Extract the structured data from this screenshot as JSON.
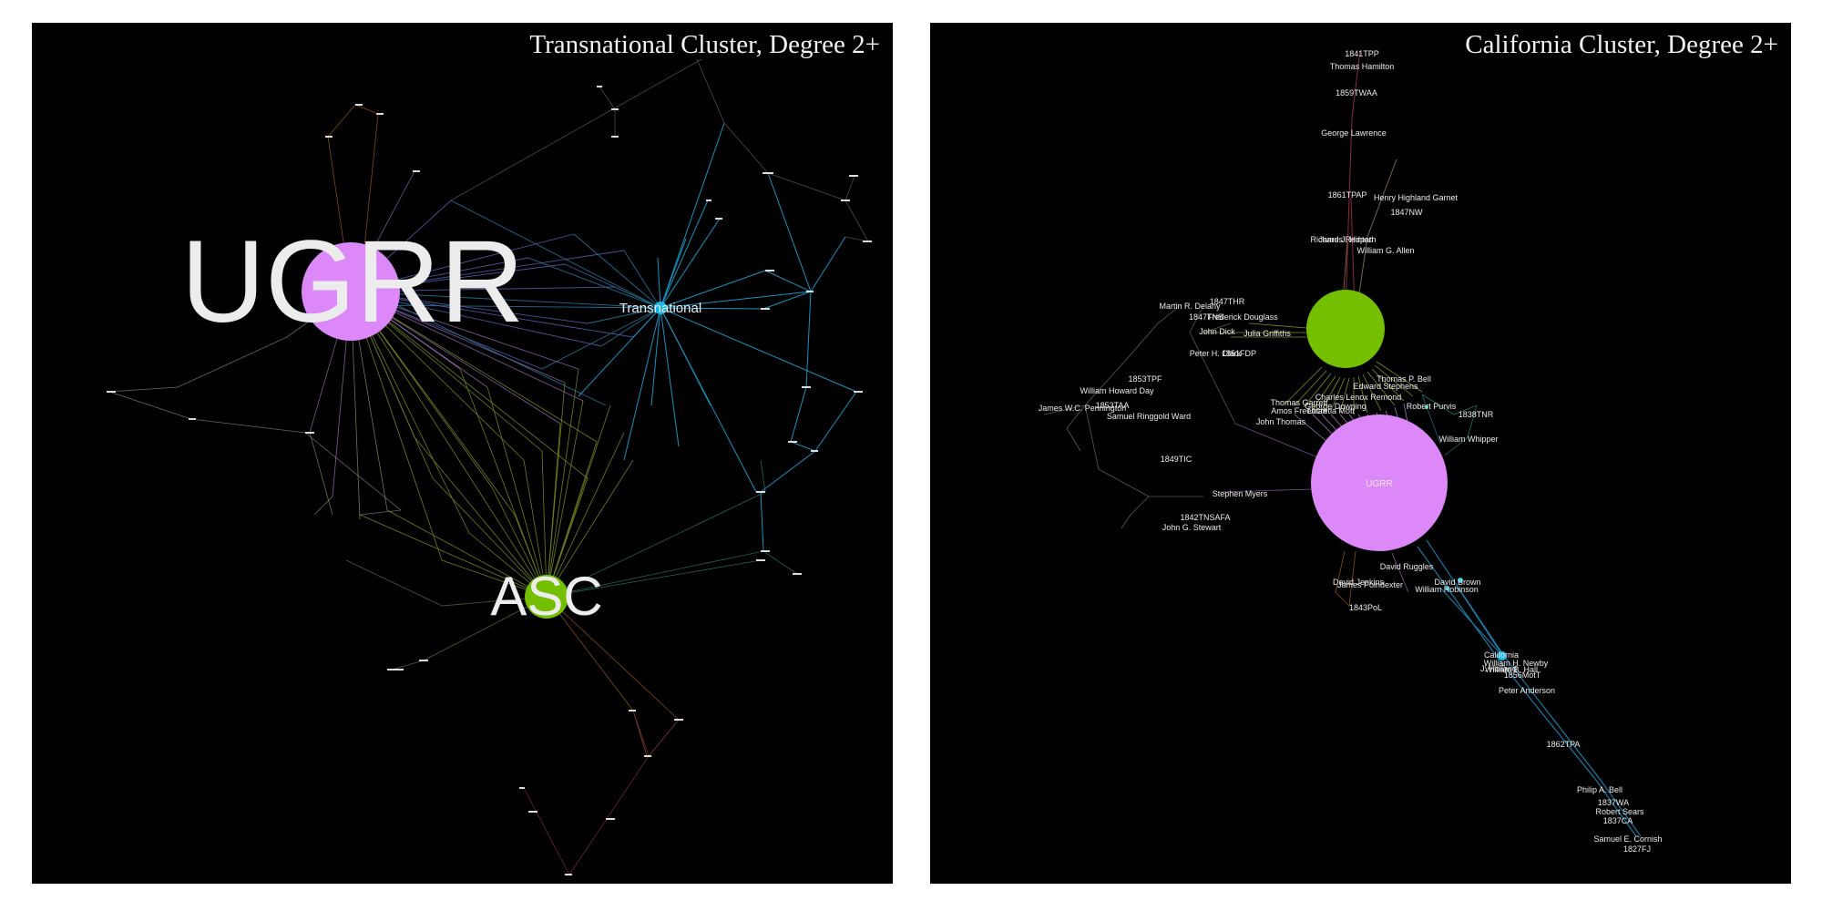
{
  "panels": [
    {
      "id": "transnational",
      "title": "Transnational Cluster, Degree 2+",
      "hubs": [
        {
          "label": "UGRR",
          "color": "#dd88f8"
        },
        {
          "label": "ASC",
          "color": "#73bf00"
        },
        {
          "label": "Transnational",
          "color": "#19b8ea"
        }
      ]
    },
    {
      "id": "california",
      "title": "California Cluster, Degree 2+",
      "hubs": [
        {
          "label": "UGRR",
          "color": "#dd88f8"
        },
        {
          "label": "",
          "color": "#73bf00"
        },
        {
          "label": "California",
          "color": "#19b8ea"
        }
      ],
      "node_labels": [
        "1841TPP",
        "Thomas Hamilton",
        "1859TWAA",
        "George Lawrence",
        "1861TPAP",
        "Henry Highland Garnet",
        "1847NW",
        "Richard J. Hinton",
        "James Redpath",
        "William G. Allen",
        "1847THR",
        "Martin R. Delany",
        "1847TNS",
        "Frederick Douglass",
        "John Dick",
        "Julia Griffiths",
        "Peter H. Clark",
        "1851FDP",
        "1853TPF",
        "William Howard Day",
        "James W.C. Pennington",
        "1853TAA",
        "Samuel Ringgold Ward",
        "1849TIC",
        "Stephen Myers",
        "1842TNSAFA",
        "John G. Stewart",
        "John Thomas",
        "Amos Freeman",
        "Lucretia Mott",
        "Thomas Garrett",
        "George Downing",
        "Charles Lenox Remond",
        "Thomas P. Bell",
        "Edward Stephens",
        "Robert Purvis",
        "1838TNR",
        "William Whipper",
        "David Ruggles",
        "David Jenkins",
        "James Poindexter",
        "1843PoL",
        "David Brown",
        "William Robinson",
        "California",
        "William H. Newby",
        "J. Holland",
        "William B. Hall",
        "1856MotT",
        "Peter Anderson",
        "1862TPA",
        "Philip A. Bell",
        "1837WA",
        "Robert Sears",
        "1837CA",
        "Samuel E. Cornish",
        "1827FJ"
      ]
    }
  ],
  "colors": {
    "background": "#000000",
    "ugrr": "#dd88f8",
    "asc": "#73bf00",
    "hub_cyan": "#19b8ea",
    "edge_green": "#8fae2a",
    "edge_blue": "#2a86b0",
    "edge_red": "#a0344e",
    "edge_orange": "#b86a22"
  }
}
